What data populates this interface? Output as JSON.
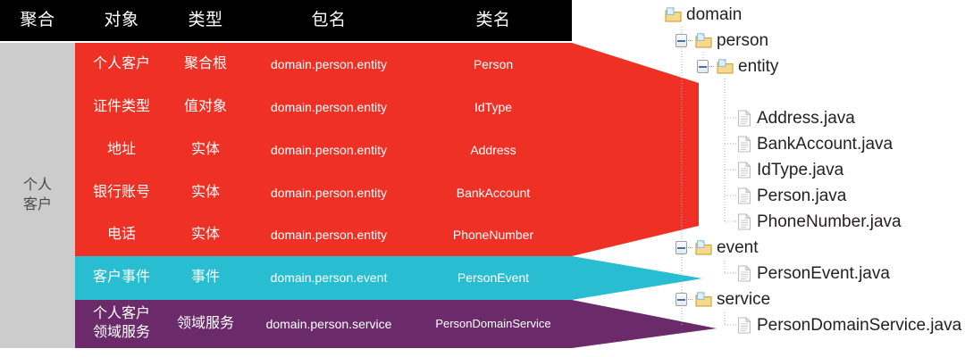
{
  "table": {
    "headers": [
      "聚合",
      "对象",
      "类型",
      "包名",
      "类名"
    ],
    "aggregate_label": "个人\n客户",
    "aggregate_label_line1": "个人",
    "aggregate_label_line2": "客户",
    "colors": {
      "header_bg": "#000000",
      "aggregate_bg": "#cccccc",
      "red": "#ee3124",
      "cyan": "#29bdd2",
      "purple": "#6b2b6b",
      "text": "#ffffff"
    },
    "rows": [
      {
        "object": "个人客户",
        "type": "聚合根",
        "package": "domain.person.entity",
        "class": "Person",
        "group": "red"
      },
      {
        "object": "证件类型",
        "type": "值对象",
        "package": "domain.person.entity",
        "class": "IdType",
        "group": "red"
      },
      {
        "object": "地址",
        "type": "实体",
        "package": "domain.person.entity",
        "class": "Address",
        "group": "red"
      },
      {
        "object": "银行账号",
        "type": "实体",
        "package": "domain.person.entity",
        "class": "BankAccount",
        "group": "red"
      },
      {
        "object": "电话",
        "type": "实体",
        "package": "domain.person.entity",
        "class": "PhoneNumber",
        "group": "red"
      },
      {
        "object": "客户事件",
        "type": "事件",
        "package": "domain.person.event",
        "class": "PersonEvent",
        "group": "cyan"
      },
      {
        "object_line1": "个人客户",
        "object_line2": "领域服务",
        "object": "个人客户领域服务",
        "type": "领域服务",
        "package": "domain.person.service",
        "class": "PersonDomainService",
        "group": "purple"
      }
    ]
  },
  "tree": {
    "nodes": [
      {
        "label": "domain",
        "kind": "package",
        "depth": 0,
        "expander": false
      },
      {
        "label": "person",
        "kind": "package",
        "depth": 1,
        "expander": true
      },
      {
        "label": "entity",
        "kind": "package",
        "depth": 2,
        "expander": true
      },
      {
        "label": "Address.java",
        "kind": "file",
        "depth": 3,
        "expander": false
      },
      {
        "label": "BankAccount.java",
        "kind": "file",
        "depth": 3,
        "expander": false
      },
      {
        "label": "IdType.java",
        "kind": "file",
        "depth": 3,
        "expander": false
      },
      {
        "label": "Person.java",
        "kind": "file",
        "depth": 3,
        "expander": false
      },
      {
        "label": "PhoneNumber.java",
        "kind": "file",
        "depth": 3,
        "expander": false
      },
      {
        "label": "event",
        "kind": "package",
        "depth": 2,
        "expander": true
      },
      {
        "label": "PersonEvent.java",
        "kind": "file",
        "depth": 3,
        "expander": false
      },
      {
        "label": "service",
        "kind": "package",
        "depth": 2,
        "expander": true
      },
      {
        "label": "PersonDomainService.java",
        "kind": "file",
        "depth": 3,
        "expander": false
      }
    ]
  },
  "connectors": [
    {
      "name": "red-connector",
      "color": "#ee3124"
    },
    {
      "name": "cyan-connector",
      "color": "#29bdd2"
    },
    {
      "name": "purple-connector",
      "color": "#6b2b6b"
    }
  ]
}
